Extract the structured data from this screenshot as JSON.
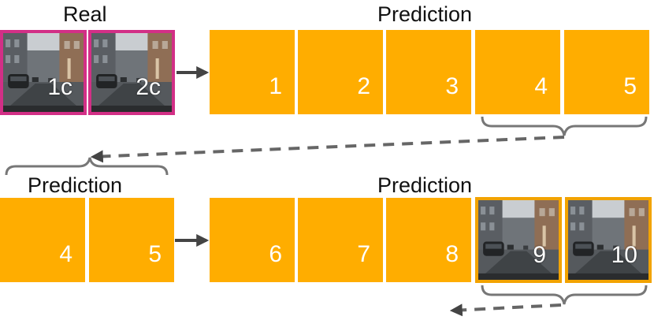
{
  "row1": {
    "real_title": "Real",
    "prediction_title": "Prediction",
    "real_frames": [
      "1c",
      "2c"
    ],
    "pred_frames": [
      "1",
      "2",
      "3",
      "4",
      "5"
    ]
  },
  "row2": {
    "left_title": "Prediction",
    "right_title": "Prediction",
    "left_frames": [
      "4",
      "5"
    ],
    "pred_frames": [
      "6",
      "7",
      "8"
    ],
    "image_frames": [
      "9",
      "10"
    ]
  },
  "colors": {
    "orange": "#ffad00",
    "real_border": "#d22f86",
    "pred_border": "#f2a300",
    "arrow": "#444444",
    "brace": "#777777"
  }
}
